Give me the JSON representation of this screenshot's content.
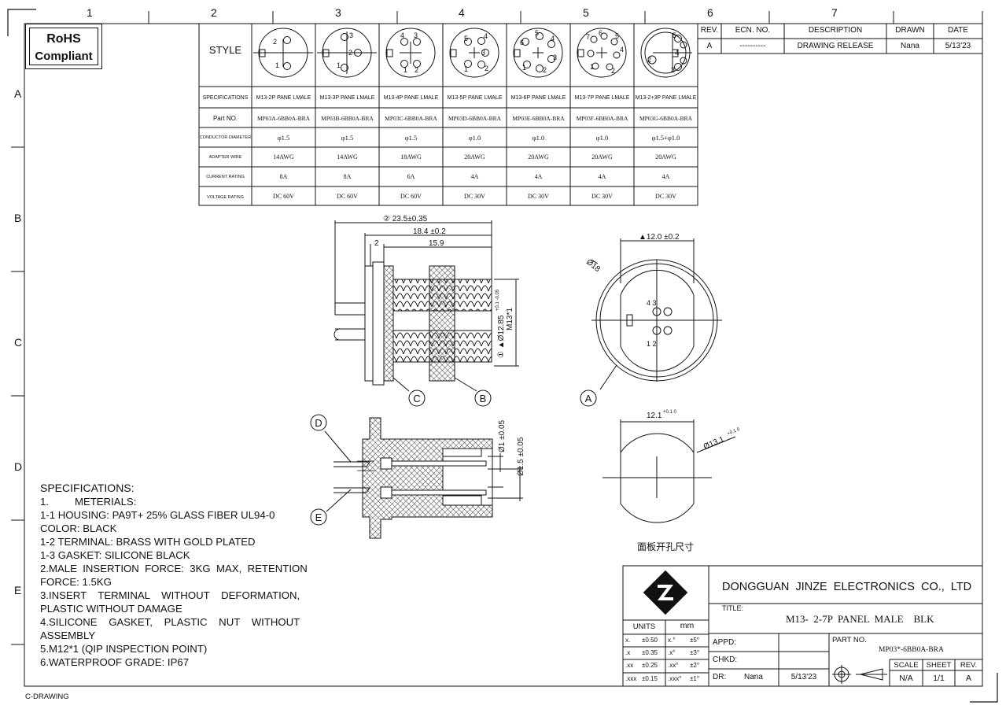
{
  "frame": {
    "col_numbers": [
      "1",
      "2",
      "3",
      "4",
      "5",
      "6",
      "7"
    ],
    "row_letters": [
      "A",
      "B",
      "C",
      "D",
      "E"
    ],
    "footer_code": "C-DRAWING"
  },
  "rohs": {
    "line1": "RoHS",
    "line2": "Compliant"
  },
  "style_table": {
    "style_label": "STYLE",
    "row_labels": [
      "SPECIFICATIONS",
      "Part NO.",
      "CONDUCTOR DIAMETER",
      "ADAPTER WIRE",
      "CURRENT RATING",
      "VOLTAGE RATING"
    ],
    "columns": [
      {
        "pins": 2,
        "spec": "M13-2P PANE LMALE",
        "part": "MP03A-6BB0A-BRA",
        "cond": "φ1.5",
        "wire": "14AWG",
        "current": "8A",
        "voltage": "DC 60V"
      },
      {
        "pins": 3,
        "spec": "M13-3P PANE LMALE",
        "part": "MP03B-6BB0A-BRA",
        "cond": "φ1.5",
        "wire": "14AWG",
        "current": "8A",
        "voltage": "DC 60V"
      },
      {
        "pins": 4,
        "spec": "M13-4P PANE LMALE",
        "part": "MP03C-6BB0A-BRA",
        "cond": "φ1.5",
        "wire": "18AWG",
        "current": "6A",
        "voltage": "DC 60V"
      },
      {
        "pins": 5,
        "spec": "M13-5P PANE LMALE",
        "part": "MP03D-6BB0A-BRA",
        "cond": "φ1.0",
        "wire": "20AWG",
        "current": "4A",
        "voltage": "DC 30V"
      },
      {
        "pins": 6,
        "spec": "M13-6P PANE LMALE",
        "part": "MP03E-6BB0A-BRA",
        "cond": "φ1.0",
        "wire": "20AWG",
        "current": "4A",
        "voltage": "DC 30V"
      },
      {
        "pins": 7,
        "spec": "M13-7P PANE LMALE",
        "part": "MP03F-6BB0A-BRA",
        "cond": "φ1.0",
        "wire": "20AWG",
        "current": "4A",
        "voltage": "DC 30V"
      },
      {
        "pins": "2+3",
        "spec": "M13-2+3P PANE LMALE",
        "part": "MP03G-6BB0A-BRA",
        "cond": "φ1.5+φ1.0",
        "wire": "20AWG",
        "current": "4A",
        "voltage": "DC 30V"
      }
    ]
  },
  "revision": {
    "headers": [
      "REV.",
      "ECN. NO.",
      "DESCRIPTION",
      "DRAWN",
      "DATE"
    ],
    "row": [
      "A",
      "----------",
      "DRAWING RELEASE",
      "Nana",
      "5/13'23"
    ]
  },
  "dims": {
    "overall": "② 23.5±0.35",
    "body": "18.4 ±0.2",
    "thread": "15.9",
    "flange": "2",
    "dia_thread": "① ▲Ø12.85",
    "dia_tol": "+0.1 -0.05",
    "thread_spec": "M13*1",
    "face_width": "▲12.0 ±0.2",
    "face_dia": "Ø18",
    "pin_dia1": "Ø1 ±0.05",
    "pin_dia2": "Ø1.5 ±0.05",
    "cut_width": "12.1",
    "cut_width_tol": "+0.1 0",
    "cut_dia": "Ø13.1",
    "cut_dia_tol": "+0.1 0",
    "cut_caption": "面板开孔尺寸"
  },
  "callouts": [
    "A",
    "B",
    "C",
    "D",
    "E"
  ],
  "specifications": {
    "title": "SPECIFICATIONS:",
    "lines": [
      "1.         METERIALS:",
      "1-1 HOUSING: PA9T+ 25% GLASS FIBER UL94-0",
      "COLOR: BLACK",
      "1-2 TERMINAL: BRASS WITH GOLD PLATED",
      "1-3 GASKET: SILICONE BLACK",
      "2.MALE  INSERTION  FORCE:  3KG  MAX,  RETENTION",
      "FORCE: 1.5KG",
      "3.INSERT    TERMINAL    WITHOUT    DEFORMATION,",
      "PLASTIC WITHOUT DAMAGE",
      "4.SILICONE    GASKET,    PLASTIC    NUT    WITHOUT",
      "ASSEMBLY",
      "5.M12*1 (QIP INSPECTION POINT)",
      "6.WATERPROOF GRADE: IP67"
    ]
  },
  "title_block": {
    "company": "DONGGUAN  JINZE  ELECTRONICS  CO.,  LTD",
    "title_label": "TITLE:",
    "title": "M13-  2-7P  PANEL  MALE    BLK",
    "units_label": "UNITS",
    "units": "mm",
    "tolerances": [
      [
        "x.",
        "±0.50",
        "x.°",
        "±5°"
      ],
      [
        ".x",
        "±0.35",
        ".x°",
        "±3°"
      ],
      [
        ".xx",
        "±0.25",
        ".xx°",
        "±2°"
      ],
      [
        ".xxx",
        "±0.15",
        ".xxx°",
        "±1°"
      ]
    ],
    "appd_label": "APPD:",
    "chkd_label": "CHKD:",
    "dr_label": "DR:",
    "dr_name": "Nana",
    "dr_date": "5/13'23",
    "part_no_label": "PART NO.",
    "part_no": "MP03*-6BB0A-BRA",
    "scale_label": "SCALE",
    "sheet_label": "SHEET",
    "rev_label": "REV.",
    "scale": "N/A",
    "sheet": "1/1",
    "rev": "A"
  }
}
